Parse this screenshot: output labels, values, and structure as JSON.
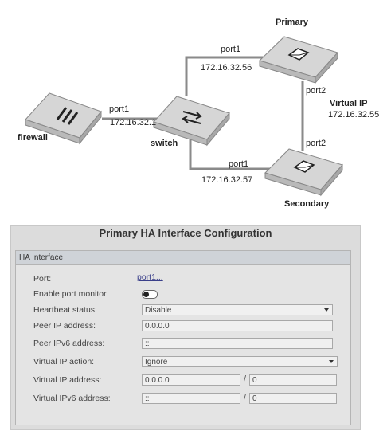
{
  "diagram": {
    "primary_label": "Primary",
    "secondary_label": "Secondary",
    "firewall_label": "firewall",
    "switch_label": "switch",
    "primary_port1": "port1",
    "primary_port1_ip": "172.16.32.56",
    "primary_port2": "port2",
    "virtual_ip_label": "Virtual IP",
    "virtual_ip": "172.16.32.55",
    "firewall_port1": "port1",
    "firewall_port1_ip": "172.16.32.1",
    "secondary_port1": "port1",
    "secondary_port1_ip": "172.16.32.57",
    "secondary_port2": "port2"
  },
  "panel": {
    "title": "Primary HA Interface Configuration",
    "section_header": "HA Interface",
    "fields": {
      "port": {
        "label": "Port:",
        "value": "port1..."
      },
      "enable_port_monitor": {
        "label": "Enable port monitor",
        "state": "off"
      },
      "heartbeat_status": {
        "label": "Heartbeat status:",
        "value": "Disable"
      },
      "peer_ip": {
        "label": "Peer IP address:",
        "value": "0.0.0.0"
      },
      "peer_ipv6": {
        "label": "Peer IPv6 address:",
        "value": "::"
      },
      "virtual_ip_action": {
        "label": "Virtual IP action:",
        "value": "Ignore"
      },
      "virtual_ip_address": {
        "label": "Virtual IP address:",
        "value": "0.0.0.0",
        "mask": "0"
      },
      "virtual_ipv6_address": {
        "label": "Virtual IPv6 address:",
        "value": "::",
        "mask": "0"
      }
    },
    "slash": "/"
  }
}
